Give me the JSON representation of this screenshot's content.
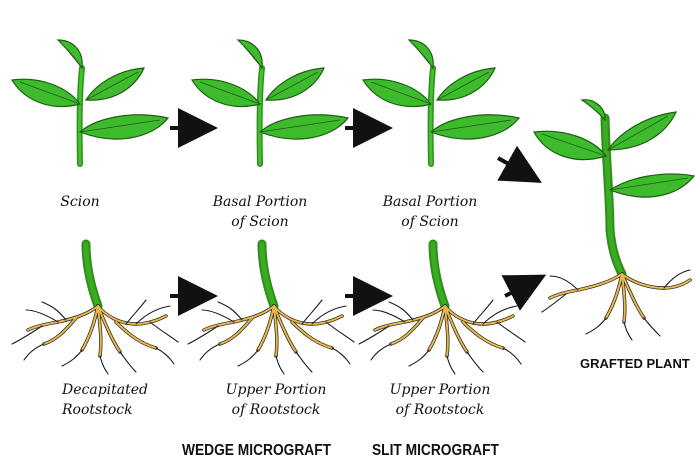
{
  "colors": {
    "leaf": "#3dbb2c",
    "leaf_dark": "#1e7a14",
    "stem": "#3aab22",
    "root": "#e8b84a",
    "root_outline": "#222222",
    "arrow": "#111111"
  },
  "captions": {
    "scion": "Scion",
    "basal_scion_1_line1": "Basal Portion",
    "basal_scion_1_line2": "of Scion",
    "basal_scion_2_line1": "Basal Portion",
    "basal_scion_2_line2": "of Scion",
    "decap_line1": "Decapitated",
    "decap_line2": "Rootstock",
    "upper_root_1_line1": "Upper Portion",
    "upper_root_1_line2": "of Rootstock",
    "upper_root_2_line1": "Upper Portion",
    "upper_root_2_line2": "of Rootstock"
  },
  "methods": {
    "wedge": "WEDGE MICROGRAFT",
    "slit": "SLIT MICROGRAFT"
  },
  "result": "GRAFTED PLANT"
}
